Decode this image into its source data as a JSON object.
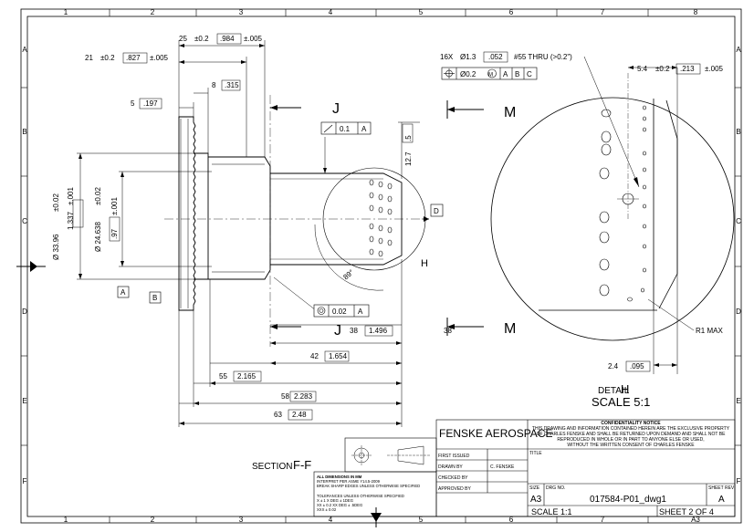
{
  "border": {
    "columns": [
      "1",
      "2",
      "3",
      "4",
      "5",
      "6",
      "7",
      "8"
    ],
    "rows": [
      "A",
      "B",
      "C",
      "D",
      "E",
      "F"
    ]
  },
  "dims": {
    "d25": "25",
    "d25_tol": "±0.2",
    "d25_in": ".984",
    "d25_in_tol": "±.005",
    "d21": "21",
    "d21_tol": "±0.2",
    "d21_in": ".827",
    "d21_in_tol": "±.005",
    "d8": "8",
    "d8_in": ".315",
    "d5": "5",
    "d5_in": ".197",
    "dia3396": "Ø 33.96",
    "dia3396_tol": "±0.02",
    "dia3396_in": "1.337",
    "dia3396_in_tol": "±.001",
    "dia24638": "Ø 24.638",
    "dia24638_tol": "±0.02",
    "dia24638_in": ".97",
    "dia24638_in_tol": "±.001",
    "d127": "12.7",
    "d127_in": ".5",
    "d38": "38",
    "d38_in": "1.496",
    "d42": "42",
    "d42_in": "1.654",
    "d55": "55",
    "d55_in": "2.165",
    "d58": "58",
    "d58_in": "2.283",
    "d63": "63",
    "d63_in": "2.48",
    "d54": "5.4",
    "d54_tol": "±0.2",
    "d54_in": ".213",
    "d54_in_tol": "±.005",
    "d24": "2.4",
    "d24_in": ".095",
    "angle": "89°",
    "r1": "R1  MAX"
  },
  "datums": {
    "a": "A",
    "b": "B",
    "d": "D"
  },
  "gdt": {
    "runout_val": "0.1",
    "runout_ref": "A",
    "conc_val": "0.02",
    "conc_ref": "A",
    "holes_note": "16X",
    "holes_dia": "Ø1.3",
    "holes_in": ".052",
    "holes_thru": "#55 THRU (>0.2\")",
    "pos_val": "Ø0.2",
    "pos_mod": "M",
    "pos_a": "A",
    "pos_b": "B",
    "pos_c": "C"
  },
  "views": {
    "section_j": "J",
    "section_m": "M",
    "detail_h": "H",
    "detail_label": "DETAIL",
    "detail_letter": "H",
    "detail_scale": "SCALE 5:1",
    "section_ff_label": "SECTION",
    "section_ff_letters": "F-F"
  },
  "titleblock": {
    "company": "FENSKE AEROSPACE",
    "conf_title": "CONFIDENTIALITY NOTICE",
    "conf_line1": "THIS DRAWING AND INFORMATION CONTAINED HEREIN ARE THE EXCLUSIVE PROPERTY",
    "conf_line2": "OF CHARLES FENSKE AND SHALL BE RETURNED UPON DEMAND AND SHALL NOT BE",
    "conf_line3": "REPRODUCED IN WHOLE OR IN PART TO ANYONE ELSE OR USED,",
    "conf_line4": "WITHOUT THE WRITTEN CONSENT OF CHARLES FENSKE",
    "first_issued": "FIRST ISSUED",
    "drawn_by": "DRAWN BY",
    "drawn_by_val": "C. FENSKE",
    "checked_by": "CHECKED BY",
    "approved_by": "APPROVED BY",
    "title_lbl": "TITLE",
    "size_lbl": "SIZE",
    "size_val": "A3",
    "drg_lbl": "DRG NO.",
    "drg_val": "017584-P01_dwg1",
    "rev_lbl": "SHEET REV",
    "rev_val": "A",
    "scale": "SCALE 1:1",
    "sheet": "SHEET 2 OF 4",
    "tol1": "ALL DIMENSIONS IN MM",
    "tol2": "INTERPRET PER ASME Y14.5-2009",
    "tol3": "BREAK SHARP EDGES UNLESS OTHERWISE SPECIFIED",
    "tol4": "TOLERANCES UNLESS OTHERWISE SPECIFIED",
    "tol5": "X     ± 1           X DEG   ± 1DEG",
    "tol6": "XX    ± 0.2        XX DEG  ± .5DEG",
    "tol7": "XXX  ± 0.02",
    "footer_sheet": "A3"
  }
}
